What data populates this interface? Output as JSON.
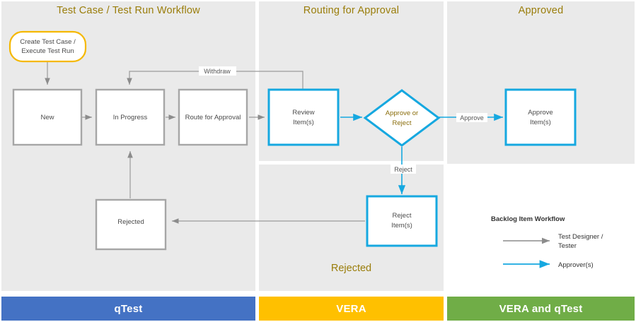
{
  "lanes": [
    {
      "id": "left",
      "title": "Test Case / Test Run Workflow"
    },
    {
      "id": "middle",
      "title": "Routing for Approval"
    },
    {
      "id": "right",
      "title": "Approved"
    }
  ],
  "captions": {
    "rejected_section": "Rejected"
  },
  "nodes": [
    {
      "id": "start",
      "label": "Create Test Case /\nExecute Test Run",
      "line1": "Create Test Case /",
      "line2": "Execute Test Run",
      "shape": "rounded",
      "color": "#f5b800"
    },
    {
      "id": "new",
      "label": "New",
      "line1": "New",
      "line2": "",
      "shape": "rect",
      "color": "#a6a6a6"
    },
    {
      "id": "in-progress",
      "label": "In Progress",
      "line1": "In Progress",
      "line2": "",
      "shape": "rect",
      "color": "#a6a6a6"
    },
    {
      "id": "route",
      "label": "Route for Approval",
      "line1": "Route for Approval",
      "line2": "",
      "shape": "rect",
      "color": "#a6a6a6"
    },
    {
      "id": "review",
      "label": "Review Item(s)",
      "line1": "Review",
      "line2": "Item(s)",
      "shape": "rect",
      "color": "#16a8e0"
    },
    {
      "id": "decision",
      "label": "Approve or Reject",
      "line1": "Approve or",
      "line2": "Reject",
      "shape": "diamond",
      "color": "#16a8e0"
    },
    {
      "id": "approve",
      "label": "Approve Item(s)",
      "line1": "Approve",
      "line2": "Item(s)",
      "shape": "rect",
      "color": "#16a8e0"
    },
    {
      "id": "reject",
      "label": "Reject Item(s)",
      "line1": "Reject",
      "line2": "Item(s)",
      "shape": "rect",
      "color": "#16a8e0"
    },
    {
      "id": "rejected",
      "label": "Rejected",
      "line1": "Rejected",
      "line2": "",
      "shape": "rect",
      "color": "#a6a6a6"
    }
  ],
  "edge_labels": {
    "withdraw": "Withdraw",
    "approve": "Approve",
    "reject": "Reject"
  },
  "legend": {
    "title": "Backlog  Item Workflow",
    "items": [
      {
        "line1": "Test Designer /",
        "line2": "Tester",
        "color": "#808080"
      },
      {
        "line1": "Approver(s)",
        "line2": "",
        "color": "#16a8e0"
      }
    ]
  },
  "footer": [
    {
      "label": "qTest",
      "color": "#4472c4"
    },
    {
      "label": "VERA",
      "color": "#ffc000"
    },
    {
      "label": "VERA and qTest",
      "color": "#70ad47"
    }
  ],
  "colors": {
    "panel_bg": "#eaeaea",
    "gray_line": "#a6a6a6",
    "cyan": "#16a8e0",
    "gold_text": "#9a7d0a",
    "node_fill": "#ffffff"
  }
}
